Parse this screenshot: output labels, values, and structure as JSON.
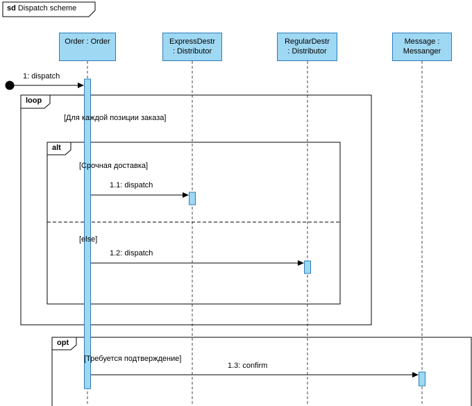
{
  "diagram": {
    "title_keyword": "sd",
    "title_name": "Dispatch scheme",
    "colors": {
      "lifeline_fill": "#9fd8f2",
      "lifeline_border": "#2b7bb9",
      "line_color": "#000000"
    },
    "lifelines": [
      {
        "line1": "Order : Order",
        "line2": ""
      },
      {
        "line1": "ExpressDestr",
        "line2": ": Distributor"
      },
      {
        "line1": "RegularDestr",
        "line2": ": Distributor"
      },
      {
        "line1": "Message :",
        "line2": "Messanger"
      }
    ],
    "messages": [
      {
        "label": "1: dispatch"
      },
      {
        "label": "1.1: dispatch"
      },
      {
        "label": "1.2: dispatch"
      },
      {
        "label": "1.3: confirm"
      }
    ],
    "fragments": {
      "loop": {
        "operator": "loop",
        "guard": "[Для каждой позиции заказа]"
      },
      "alt": {
        "operator": "alt",
        "guard_top": "[Срочная доставка]",
        "guard_else": "[else]"
      },
      "opt": {
        "operator": "opt",
        "guard": "[Требуется подтверждение]"
      }
    }
  }
}
